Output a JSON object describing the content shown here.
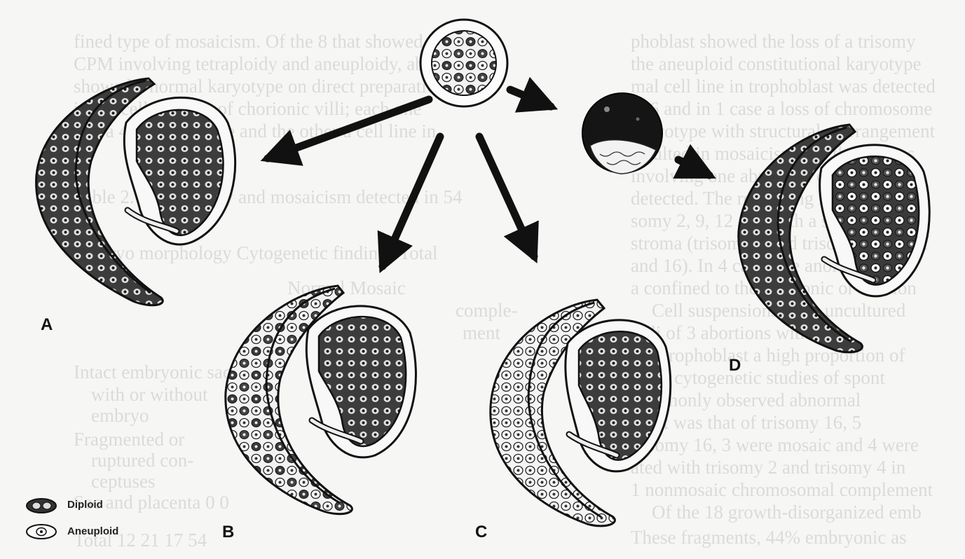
{
  "panels": {
    "a": "A",
    "b": "B",
    "c": "C",
    "d": "D"
  },
  "legend": {
    "diploid": "Diploid",
    "aneuploid": "Aneuploid"
  }
}
